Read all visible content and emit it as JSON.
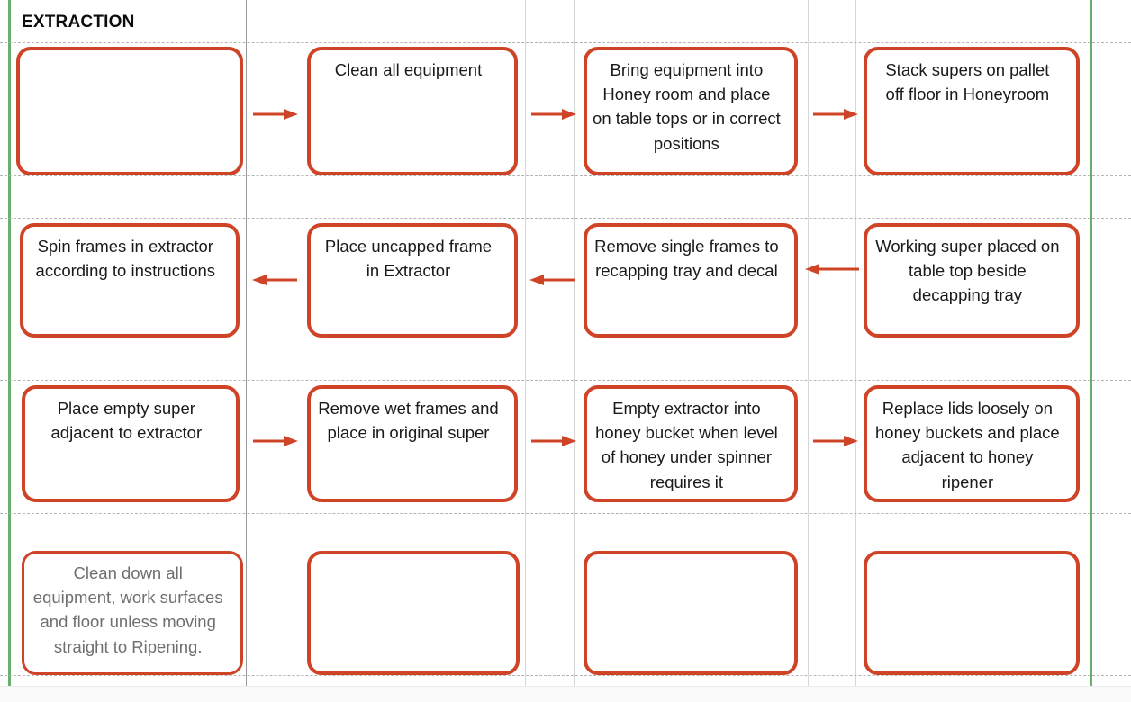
{
  "page": {
    "title": "EXTRACTION",
    "accent_color": "#cf4427",
    "rule_color": "#6aae6e",
    "grid_color": "#d6d6d6",
    "muted_text_color": "#6f6f6f"
  },
  "flow": {
    "rows": [
      {
        "direction": "left-to-right",
        "nodes": [
          {
            "text": ""
          },
          {
            "text": "Clean all equipment"
          },
          {
            "text": "Bring equipment into\nHoney room and place\non table tops or in correct\npositions"
          },
          {
            "text": "Stack supers on pallet\noff floor in Honeyroom"
          }
        ],
        "arrows": [
          "arrow-right",
          "arrow-right",
          "arrow-right"
        ]
      },
      {
        "direction": "right-to-left",
        "nodes": [
          {
            "text": "Spin frames in extractor\naccording to instructions"
          },
          {
            "text": "Place uncapped frame\nin  Extractor"
          },
          {
            "text": "Remove single frames to\nrecapping tray and decal"
          },
          {
            "text": "Working super placed on\ntable top beside\ndecapping tray"
          }
        ],
        "arrows": [
          "arrow-left",
          "arrow-left",
          "arrow-left"
        ]
      },
      {
        "direction": "left-to-right",
        "nodes": [
          {
            "text": "Place empty super\nadjacent to extractor"
          },
          {
            "text": "Remove wet frames and\nplace in original super"
          },
          {
            "text": "Empty extractor into\nhoney bucket when level\nof honey under spinner\nrequires it"
          },
          {
            "text": "Replace lids loosely on\nhoney buckets and place\nadjacent to honey\nripener"
          }
        ],
        "arrows": [
          "arrow-right",
          "arrow-right",
          "arrow-right"
        ]
      },
      {
        "direction": "none",
        "nodes": [
          {
            "text": "Clean down all\nequipment, work surfaces\nand floor unless moving\nstraight to Ripening.",
            "muted": true
          },
          {
            "text": ""
          },
          {
            "text": ""
          },
          {
            "text": ""
          }
        ],
        "arrows": []
      }
    ]
  }
}
